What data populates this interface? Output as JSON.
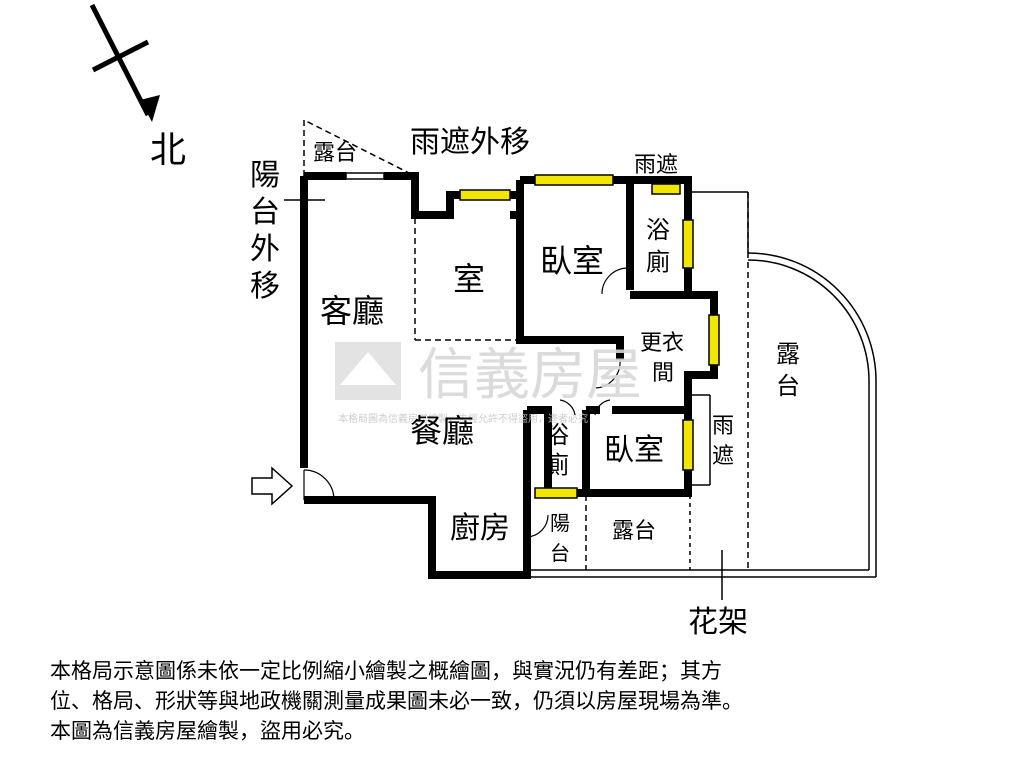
{
  "compass": {
    "north": "北"
  },
  "rooms": {
    "terrace_top": "露台",
    "balcony_moved": [
      "陽",
      "台",
      "外",
      "移"
    ],
    "awning_moved": "雨遮外移",
    "awning_top": "雨遮",
    "room": "室",
    "bedroom_main": "臥室",
    "bath_top": [
      "浴",
      "廁"
    ],
    "living": "客廳",
    "closet": [
      "更衣",
      "間"
    ],
    "terrace_right": [
      "露",
      "台"
    ],
    "dining": "餐廳",
    "bath_mid": [
      "浴",
      "廁"
    ],
    "bedroom_second": "臥室",
    "awning_right": [
      "雨",
      "遮"
    ],
    "kitchen": "廚房",
    "balcony_small": [
      "陽",
      "台"
    ],
    "terrace_bottom": "露台",
    "planter": "花架"
  },
  "watermark": {
    "brand": "信義房屋",
    "notice": "本格局圖為信義房屋繪製，未經允許不得盜用，違者必究"
  },
  "disclaimer": [
    "本格局示意圖係未依一定比例縮小繪製之概繪圖，與實況仍有差距；其方",
    "位、格局、形狀等與地政機關測量成果圖未必一致，仍須以房屋現場為準。",
    "本圖為信義房屋繪製，盜用必究。"
  ],
  "colors": {
    "wall": "#000000",
    "window": "#f2e600",
    "watermark": "#d8d8d8"
  }
}
